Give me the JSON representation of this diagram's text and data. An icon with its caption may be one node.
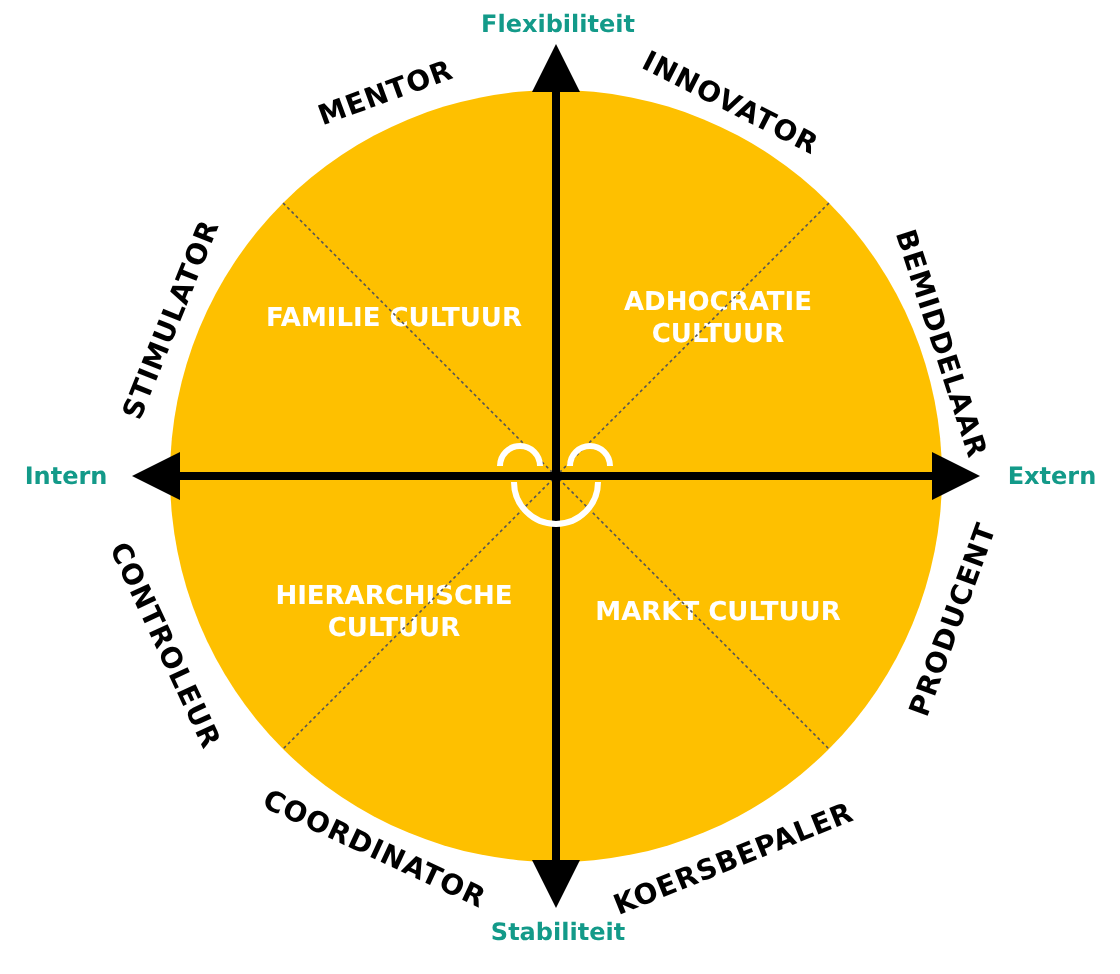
{
  "diagram": {
    "nodes": [
      {
        "text": [
          "FAMILIE CULTUUR",
          "ADHOCRATIE CULTUUR",
          "HIERARCHISCHE CULTUUR",
          "MARKT CULTUUR"
        ]
      }
    ],
    "edges": [],
    "labels": [
      "Flexibiliteit",
      "MENTOR",
      "INNOVATOR",
      "STIMULATOR",
      "BEMIDDELAAR",
      "Intern",
      "Extern",
      "CONTROLEUR",
      "PRODUCENT",
      "COORDINATOR",
      "KOERSBEPALER",
      "Stabiliteit"
    ]
  }
}
